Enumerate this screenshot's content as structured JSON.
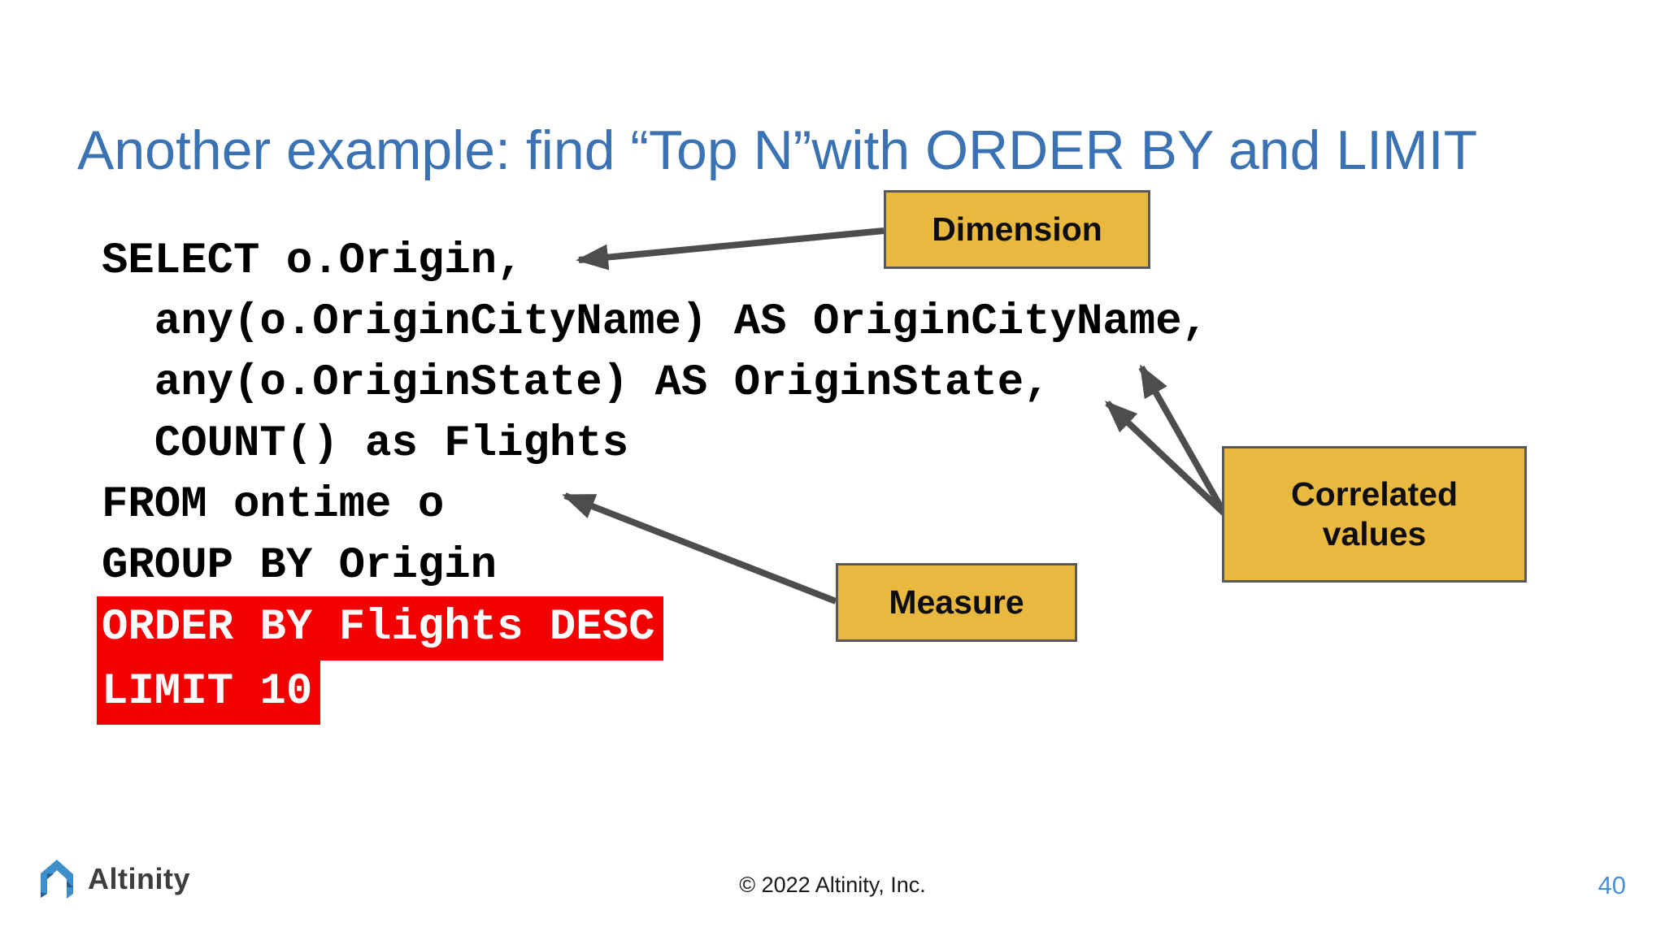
{
  "slide": {
    "title": "Another example: find “Top N”with ORDER BY and LIMIT",
    "page_number": "40"
  },
  "code": {
    "lines": [
      "SELECT o.Origin,",
      "  any(o.OriginCityName) AS OriginCityName,",
      "  any(o.OriginState) AS OriginState,",
      "  COUNT() as Flights",
      "FROM ontime o",
      "GROUP BY Origin",
      "ORDER BY Flights DESC",
      "LIMIT 10"
    ]
  },
  "callouts": {
    "dimension": "Dimension",
    "measure": "Measure",
    "correlated": "Correlated values"
  },
  "footer": {
    "brand": "Altinity",
    "copyright": "© 2022 Altinity, Inc."
  },
  "colors": {
    "title_blue": "#3A72B4",
    "highlight_red": "#F40000",
    "callout_gold": "#E9B83E",
    "callout_border": "#595959",
    "arrow_gray": "#4D4D4D",
    "page_number_blue": "#4A90D2",
    "logo_blue": "#3E8FCB",
    "logo_blue_dark": "#2A5E92",
    "brand_text_gray": "#3D3D3F"
  }
}
